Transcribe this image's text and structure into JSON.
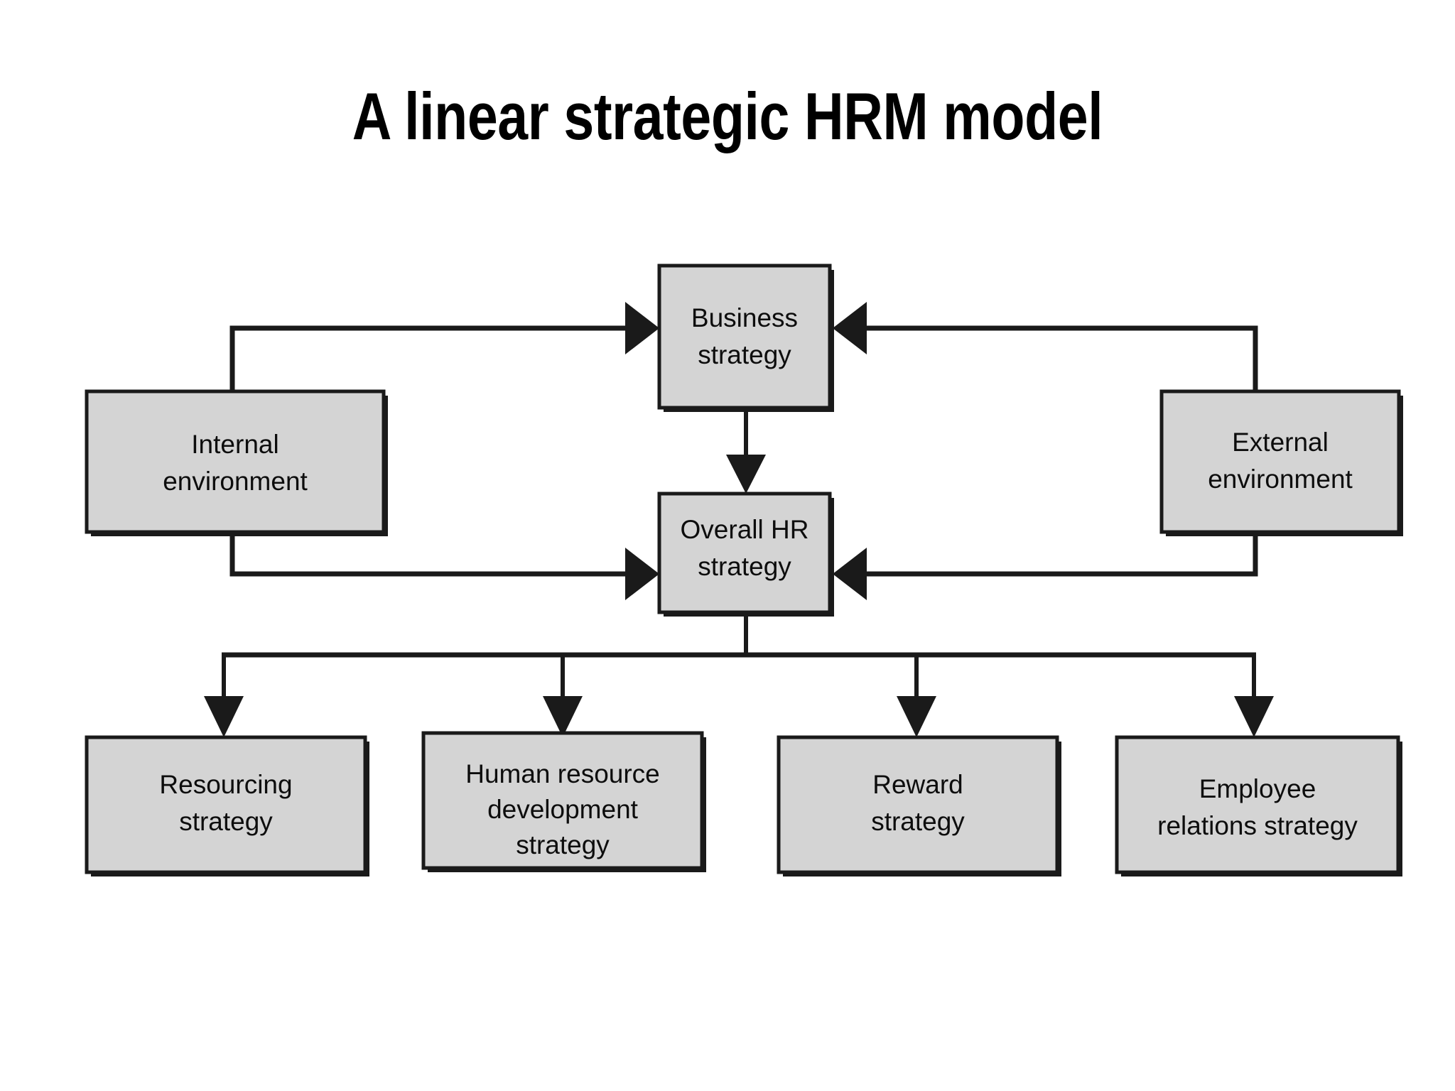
{
  "slide": {
    "title": "A linear strategic HRM model",
    "background_color": "#ffffff",
    "title_color": "#000000"
  },
  "diagram": {
    "box_fill_color": "#d4d4d4",
    "box_border_color": "#1a1a1a",
    "connector_color": "#1a1a1a",
    "nodes": {
      "business_strategy": {
        "line1": "Business",
        "line2": "strategy"
      },
      "overall_hr_strategy": {
        "line1": "Overall HR",
        "line2": "strategy"
      },
      "internal_environment": {
        "line1": "Internal",
        "line2": "environment"
      },
      "external_environment": {
        "line1": "External",
        "line2": "environment"
      },
      "resourcing_strategy": {
        "line1": "Resourcing",
        "line2": "strategy",
        "line3": ""
      },
      "human_resource_development_strategy": {
        "line1": "Human resource",
        "line2": "development",
        "line3": "strategy"
      },
      "reward_strategy": {
        "line1": "Reward",
        "line2": "strategy",
        "line3": ""
      },
      "employee_relations_strategy": {
        "line1": "Employee",
        "line2": "relations strategy",
        "line3": ""
      }
    }
  }
}
